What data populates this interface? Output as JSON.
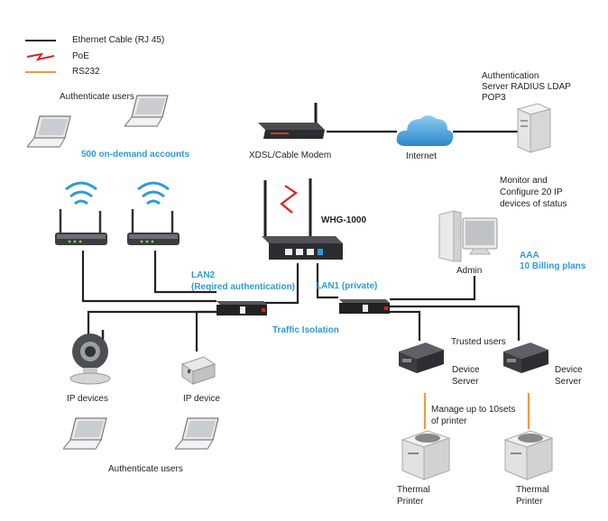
{
  "legend": {
    "ethernet": "Ethernet Cable (RJ 45)",
    "poe": "PoE",
    "rs232": "RS232"
  },
  "labels": {
    "auth_users_top": "Authenticate users",
    "on_demand": "500 on-demand accounts",
    "modem": "XDSL/Cable Modem",
    "internet": "Internet",
    "auth_server": [
      "Authentication",
      "Server RADIUS LDAP",
      "POP3"
    ],
    "monitor": [
      "Monitor and",
      "Configure 20 IP",
      "devices of status"
    ],
    "gateway": "WHG-1000",
    "admin": "Admin",
    "aaa": [
      "AAA",
      "10 Billing plans"
    ],
    "lan2": [
      "LAN2",
      "(Reqired authentication)"
    ],
    "lan1": "LAN1 (private)",
    "traffic": "Traffic Isolation",
    "trusted": "Trusted users",
    "device_server_1": [
      "Device",
      "Server"
    ],
    "device_server_2": [
      "Device",
      "Server"
    ],
    "ip_devices": "IP devices",
    "ip_device": "IP device",
    "manage": [
      "Manage up to 10sets",
      "of printer"
    ],
    "auth_users_bottom": "Authenticate users",
    "printer_1": [
      "Thermal",
      "Printer"
    ],
    "printer_2": [
      "Thermal",
      "Printer"
    ]
  },
  "colors": {
    "ethernet": "#222222",
    "poe": "#e02020",
    "rs232": "#f39a3a",
    "accent": "#2e9bd6"
  },
  "icons": {
    "laptop": "laptop-icon",
    "router": "router-icon",
    "switch": "switch-icon",
    "cloud": "cloud-icon",
    "server": "server-icon",
    "pc": "pc-icon",
    "camera": "ip-camera-icon",
    "device_server": "device-server-icon",
    "printer": "thermal-printer-icon"
  }
}
